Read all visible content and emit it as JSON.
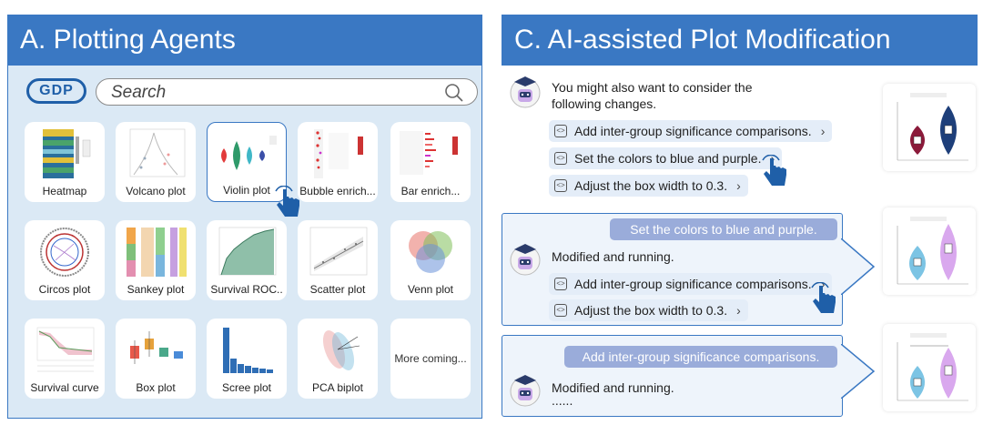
{
  "panel_a": {
    "title": "A. Plotting Agents",
    "logo_text": "GDP",
    "search_placeholder": "Search",
    "cards": [
      {
        "label": "Heatmap"
      },
      {
        "label": "Volcano plot"
      },
      {
        "label": "Violin plot"
      },
      {
        "label": "Bubble enrich..."
      },
      {
        "label": "Bar enrich..."
      },
      {
        "label": "Circos plot"
      },
      {
        "label": "Sankey plot"
      },
      {
        "label": "Survival ROC.."
      },
      {
        "label": "Scatter plot"
      },
      {
        "label": "Venn plot"
      },
      {
        "label": "Survival curve"
      },
      {
        "label": "Box plot"
      },
      {
        "label": "Scree plot"
      },
      {
        "label": "PCA biplot"
      },
      {
        "label": "More coming..."
      }
    ]
  },
  "panel_c": {
    "title": "C. AI-assisted Plot Modification",
    "intro_line1": "You might also want to consider the",
    "intro_line2": "following changes.",
    "suggestions": [
      "Add inter-group significance comparisons.",
      "Set the colors to blue and purple.",
      "Adjust the box width to 0.3."
    ],
    "box1": {
      "user_bubble": "Set the colors to blue and purple.",
      "status": "Modified and running.",
      "suggestions": [
        "Add inter-group significance comparisons.",
        "Adjust the box width to 0.3."
      ]
    },
    "box2": {
      "user_bubble": "Add inter-group significance comparisons.",
      "status": "Modified and running.",
      "ellipsis": "......"
    }
  },
  "colors": {
    "header_blue": "#3a78c3",
    "panel_bg": "#dbe9f5",
    "bubble": "#9aacda",
    "violin_red": "#8b1a3a",
    "violin_navy": "#1e3f7a",
    "violin_cyan": "#7cc4e4",
    "violin_purple": "#d9a8ee"
  }
}
